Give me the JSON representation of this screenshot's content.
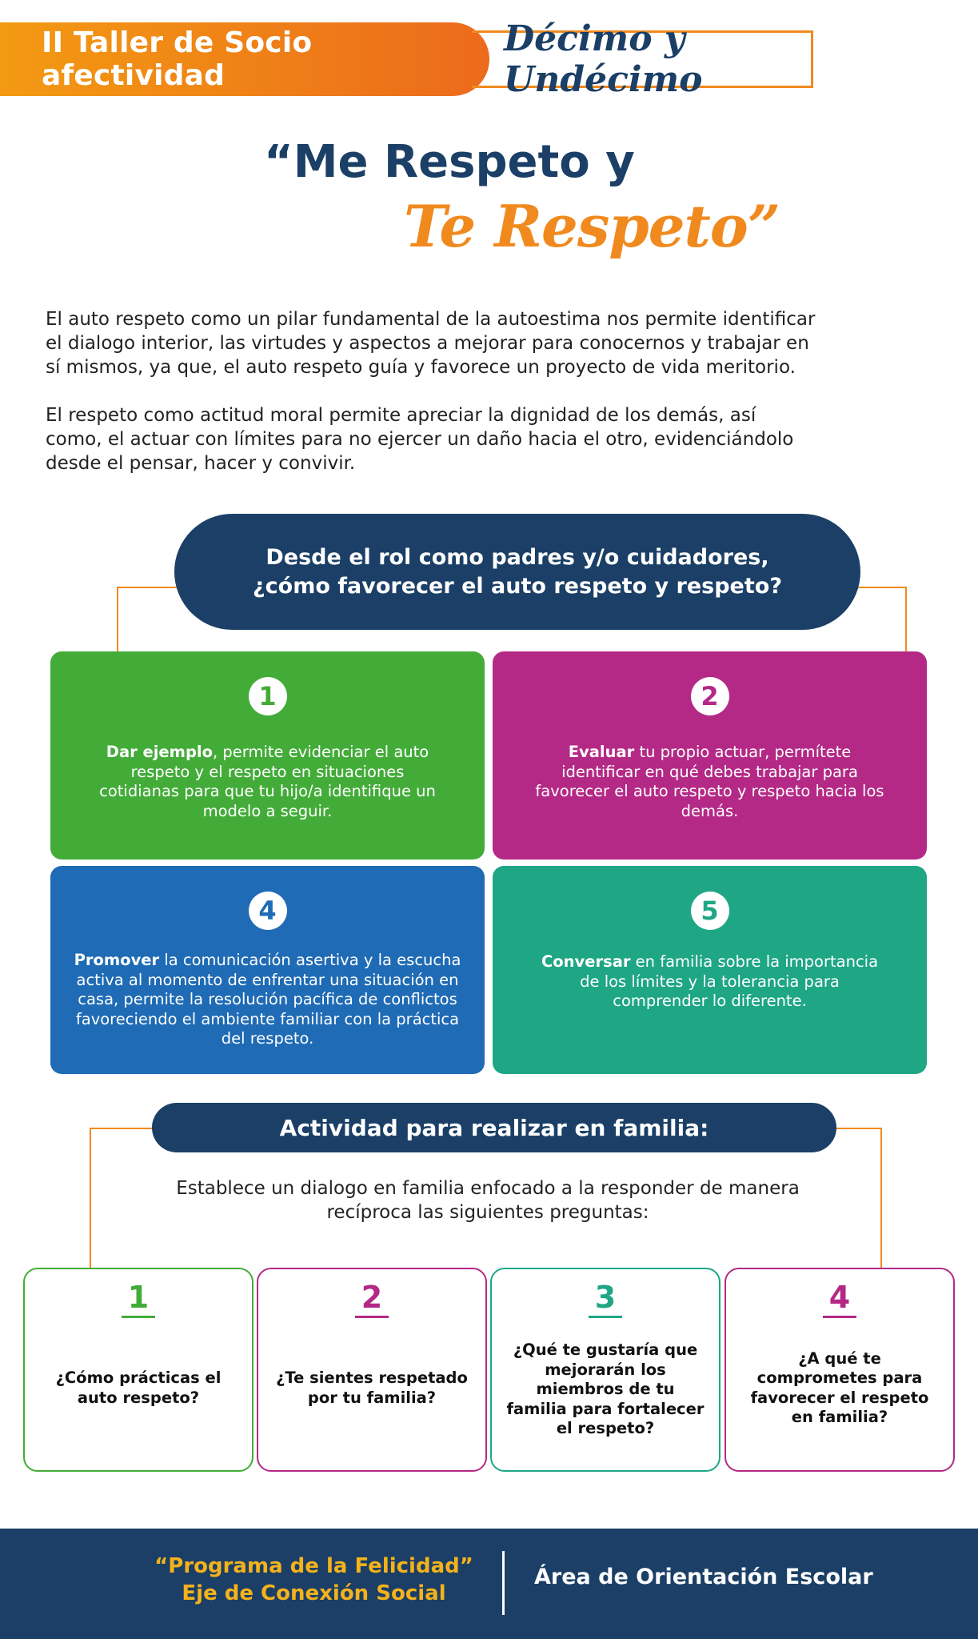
{
  "header": {
    "workshop": "II Taller de Socio afectividad",
    "grades": "Décimo y Undécimo"
  },
  "title": {
    "line1": "“Me Respeto y",
    "line2": "Te Respeto”"
  },
  "intro": {
    "p1_lines": [
      "El auto respeto como un pilar fundamental de la autoestima nos permite identificar",
      "el dialogo interior, las virtudes y aspectos a mejorar para conocernos y trabajar en",
      "sí mismos, ya que, el auto respeto guía y favorece un proyecto de vida meritorio."
    ],
    "p2_lines": [
      "El respeto como actitud moral permite apreciar la dignidad de los demás, así",
      "como, el actuar con límites para no ejercer un daño hacia el otro, evidenciándolo",
      "desde el pensar, hacer y convivir."
    ]
  },
  "question": {
    "line1": "Desde el rol como padres y/o cuidadores,",
    "line2": "¿cómo favorecer el auto respeto y respeto?"
  },
  "tips": [
    {
      "number": "1",
      "bold": "Dar ejemplo",
      "text": ", permite evidenciar el auto respeto y el respeto en situaciones cotidianas para que tu hijo/a identifique un modelo a seguir.",
      "color": "#43ac39"
    },
    {
      "number": "2",
      "bold": "Evaluar",
      "text": " tu propio actuar, permítete identificar en qué debes trabajar para favorecer el auto respeto y respeto hacia los demás.",
      "color": "#b42986"
    },
    {
      "number": "4",
      "bold": "Promover",
      "text": " la comunicación asertiva y la escucha activa al momento de enfrentar una situación en casa, permite la resolución pacífica de conflictos favoreciendo el ambiente familiar con la práctica del respeto.",
      "color": "#1f6bb5"
    },
    {
      "number": "5",
      "bold": "Conversar",
      "text": " en familia sobre la importancia de los límites y la tolerancia para comprender lo diferente.",
      "color": "#1ea685"
    }
  ],
  "activity": {
    "title": "Actividad para realizar en familia:",
    "desc_line1": "Establece un dialogo en familia enfocado a la responder de manera",
    "desc_line2": "recíproca las siguientes preguntas:",
    "questions": [
      {
        "number": "1",
        "text": "¿Cómo prácticas el auto respeto?",
        "color": "#43ac39"
      },
      {
        "number": "2",
        "text": "¿Te sientes respetado por tu familia?",
        "color": "#b42986"
      },
      {
        "number": "3",
        "text": "¿Qué te gustaría que mejorarán los miembros de tu familia para fortalecer el respeto?",
        "color": "#1ea685"
      },
      {
        "number": "4",
        "text": "¿A qué te comprometes para favorecer el respeto en familia?",
        "color": "#b42986"
      }
    ]
  },
  "footer": {
    "program_line1": "“Programa de la Felicidad”",
    "program_line2": "Eje de Conexión Social",
    "area": "Área de Orientación Escolar"
  },
  "colors": {
    "navy": "#1b3f66",
    "orange": "#f08a1e",
    "green": "#43ac39",
    "magenta": "#b42986",
    "blue": "#1f6bb5",
    "teal": "#1ea685",
    "gold": "#f4b21b"
  }
}
